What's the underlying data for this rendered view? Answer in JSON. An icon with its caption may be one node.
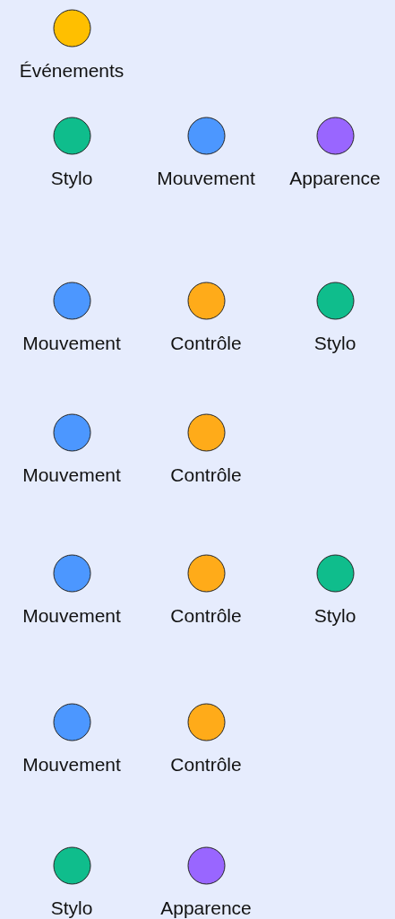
{
  "diagram": {
    "nodes": [
      {
        "text": [
          "Événements"
        ]
      },
      {
        "text": [
          "Stylo"
        ]
      },
      {
        "text": [
          "Mouvement"
        ]
      },
      {
        "text": [
          "Apparence"
        ]
      },
      {
        "text": [
          "Mouvement"
        ]
      },
      {
        "text": [
          "Contrôle"
        ]
      },
      {
        "text": [
          "Stylo"
        ]
      },
      {
        "text": [
          "Mouvement"
        ]
      },
      {
        "text": [
          "Contrôle"
        ]
      },
      {
        "text": [
          "Mouvement"
        ]
      },
      {
        "text": [
          "Contrôle"
        ]
      },
      {
        "text": [
          "Stylo"
        ]
      },
      {
        "text": [
          "Mouvement"
        ]
      },
      {
        "text": [
          "Contrôle"
        ]
      },
      {
        "text": [
          "Stylo"
        ]
      },
      {
        "text": [
          "Apparence"
        ]
      }
    ]
  }
}
